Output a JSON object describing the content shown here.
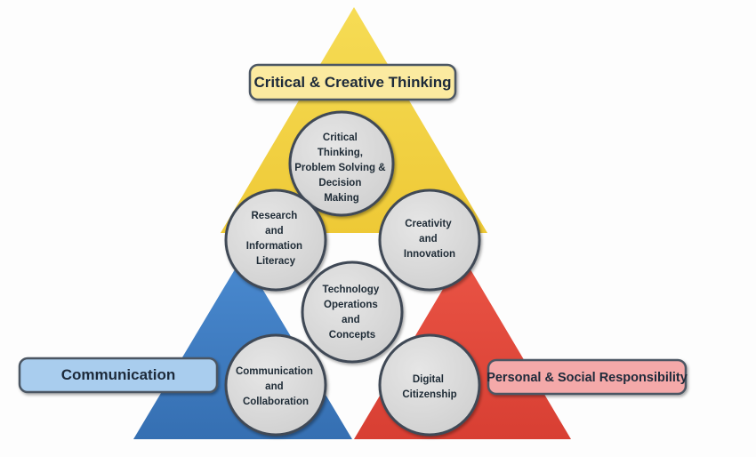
{
  "colors": {
    "yellow": "#f2d041",
    "blue": "#3f7fc1",
    "red": "#e24a3c",
    "circle_fill": "#dcdcdc",
    "circle_stroke": "#3f4a57",
    "banner_yellow": "#fbeaa0",
    "banner_blue": "#a9cdee",
    "banner_red": "#f4a9a9",
    "banner_stroke": "#4b5763"
  },
  "banners": {
    "top": "Critical & Creative Thinking",
    "left": "Communication",
    "right": "Personal & Social Responsibility"
  },
  "nodes": [
    {
      "id": "critical-thinking",
      "lines": [
        "Critical",
        "Thinking,",
        "Problem Solving &",
        "Decision",
        "Making"
      ]
    },
    {
      "id": "research",
      "lines": [
        "Research",
        "and",
        "Information",
        "Literacy"
      ]
    },
    {
      "id": "creativity",
      "lines": [
        "Creativity",
        "and",
        "Innovation"
      ]
    },
    {
      "id": "technology",
      "lines": [
        "Technology",
        "Operations",
        "and",
        "Concepts"
      ]
    },
    {
      "id": "communication-collab",
      "lines": [
        "Communication",
        "and",
        "Collaboration"
      ]
    },
    {
      "id": "digital-citizenship",
      "lines": [
        "Digital",
        "Citizenship"
      ]
    }
  ]
}
